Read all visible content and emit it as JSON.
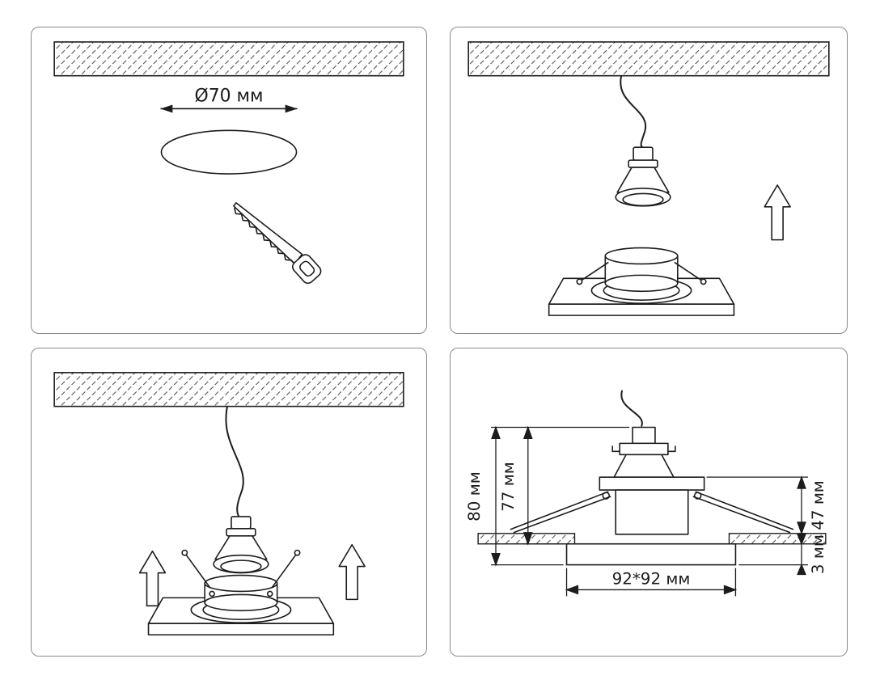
{
  "colors": {
    "line": "#1c1c1c",
    "panel_border": "#8a8a8a",
    "background": "#ffffff"
  },
  "step1": {
    "hole_diameter": "Ø70 мм"
  },
  "step4": {
    "height_total": "80 мм",
    "height_above_ceiling": "77 мм",
    "recess_depth": "47 мм",
    "trim_thickness": "3 мм",
    "cutout_size": "92*92 мм"
  }
}
